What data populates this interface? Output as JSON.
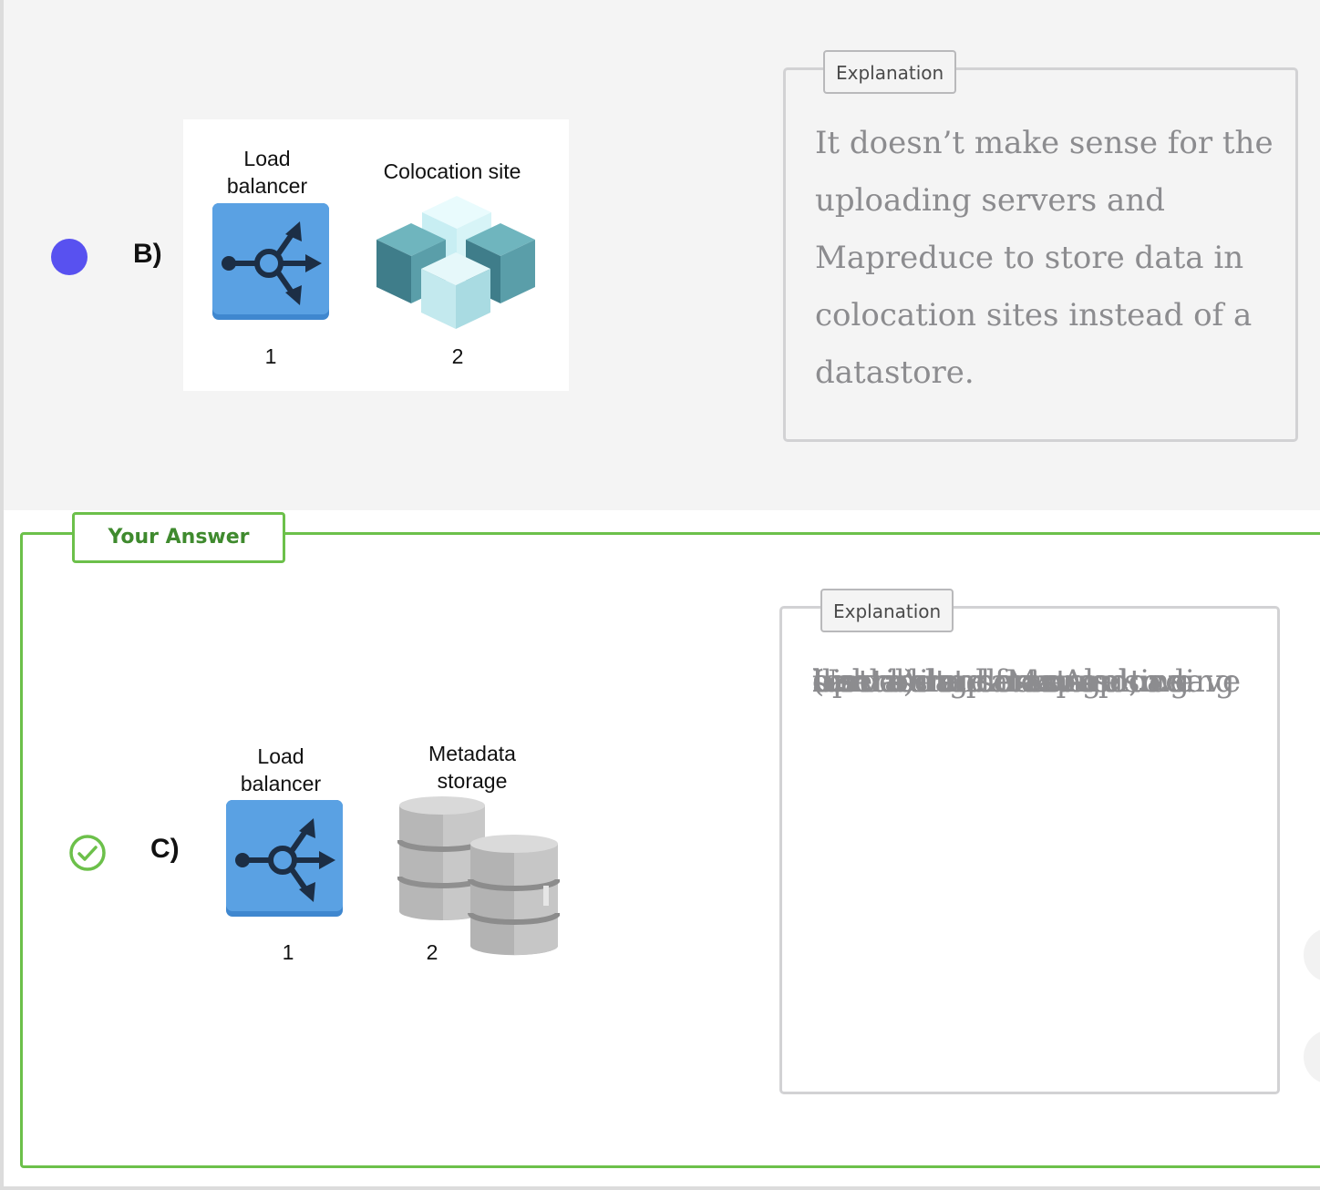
{
  "option_b": {
    "letter": "B)",
    "diagram": {
      "item1_caption": "Load\nbalancer",
      "item1_number": "1",
      "item2_caption": "Colocation site",
      "item2_number": "2"
    },
    "explanation_tag": "Explanation",
    "explanation_lines": [
      "It doesn’t make sense for the",
      "uploading servers and",
      "Mapreduce to store data in",
      "colocation sites instead of a",
      "datastore."
    ]
  },
  "your_answer": {
    "tag": "Your Answer",
    "letter": "C)",
    "diagram": {
      "item1_caption": "Load\nbalancer",
      "item1_number": "1",
      "item2_caption": "Metadata\nstorage",
      "item2_number": "2"
    },
    "explanation_tag": "Explanation",
    "explanation_lines": [
      "Users’ requests are",
      "distributed among",
      "uploading servers using",
      "load balancers. Also, we",
      "can use a datastore to save",
      "(meta)data from uploading",
      "servers and Mapreduce."
    ]
  },
  "colors": {
    "selected_radio": "#5851f0",
    "correct_green": "#6cc04a",
    "load_balancer_blue": "#4f98dd",
    "explanation_text": "#8c8c8f"
  },
  "icons": [
    "load-balancer-icon",
    "colocation-site-icon",
    "database-icon",
    "check-circle-icon"
  ]
}
